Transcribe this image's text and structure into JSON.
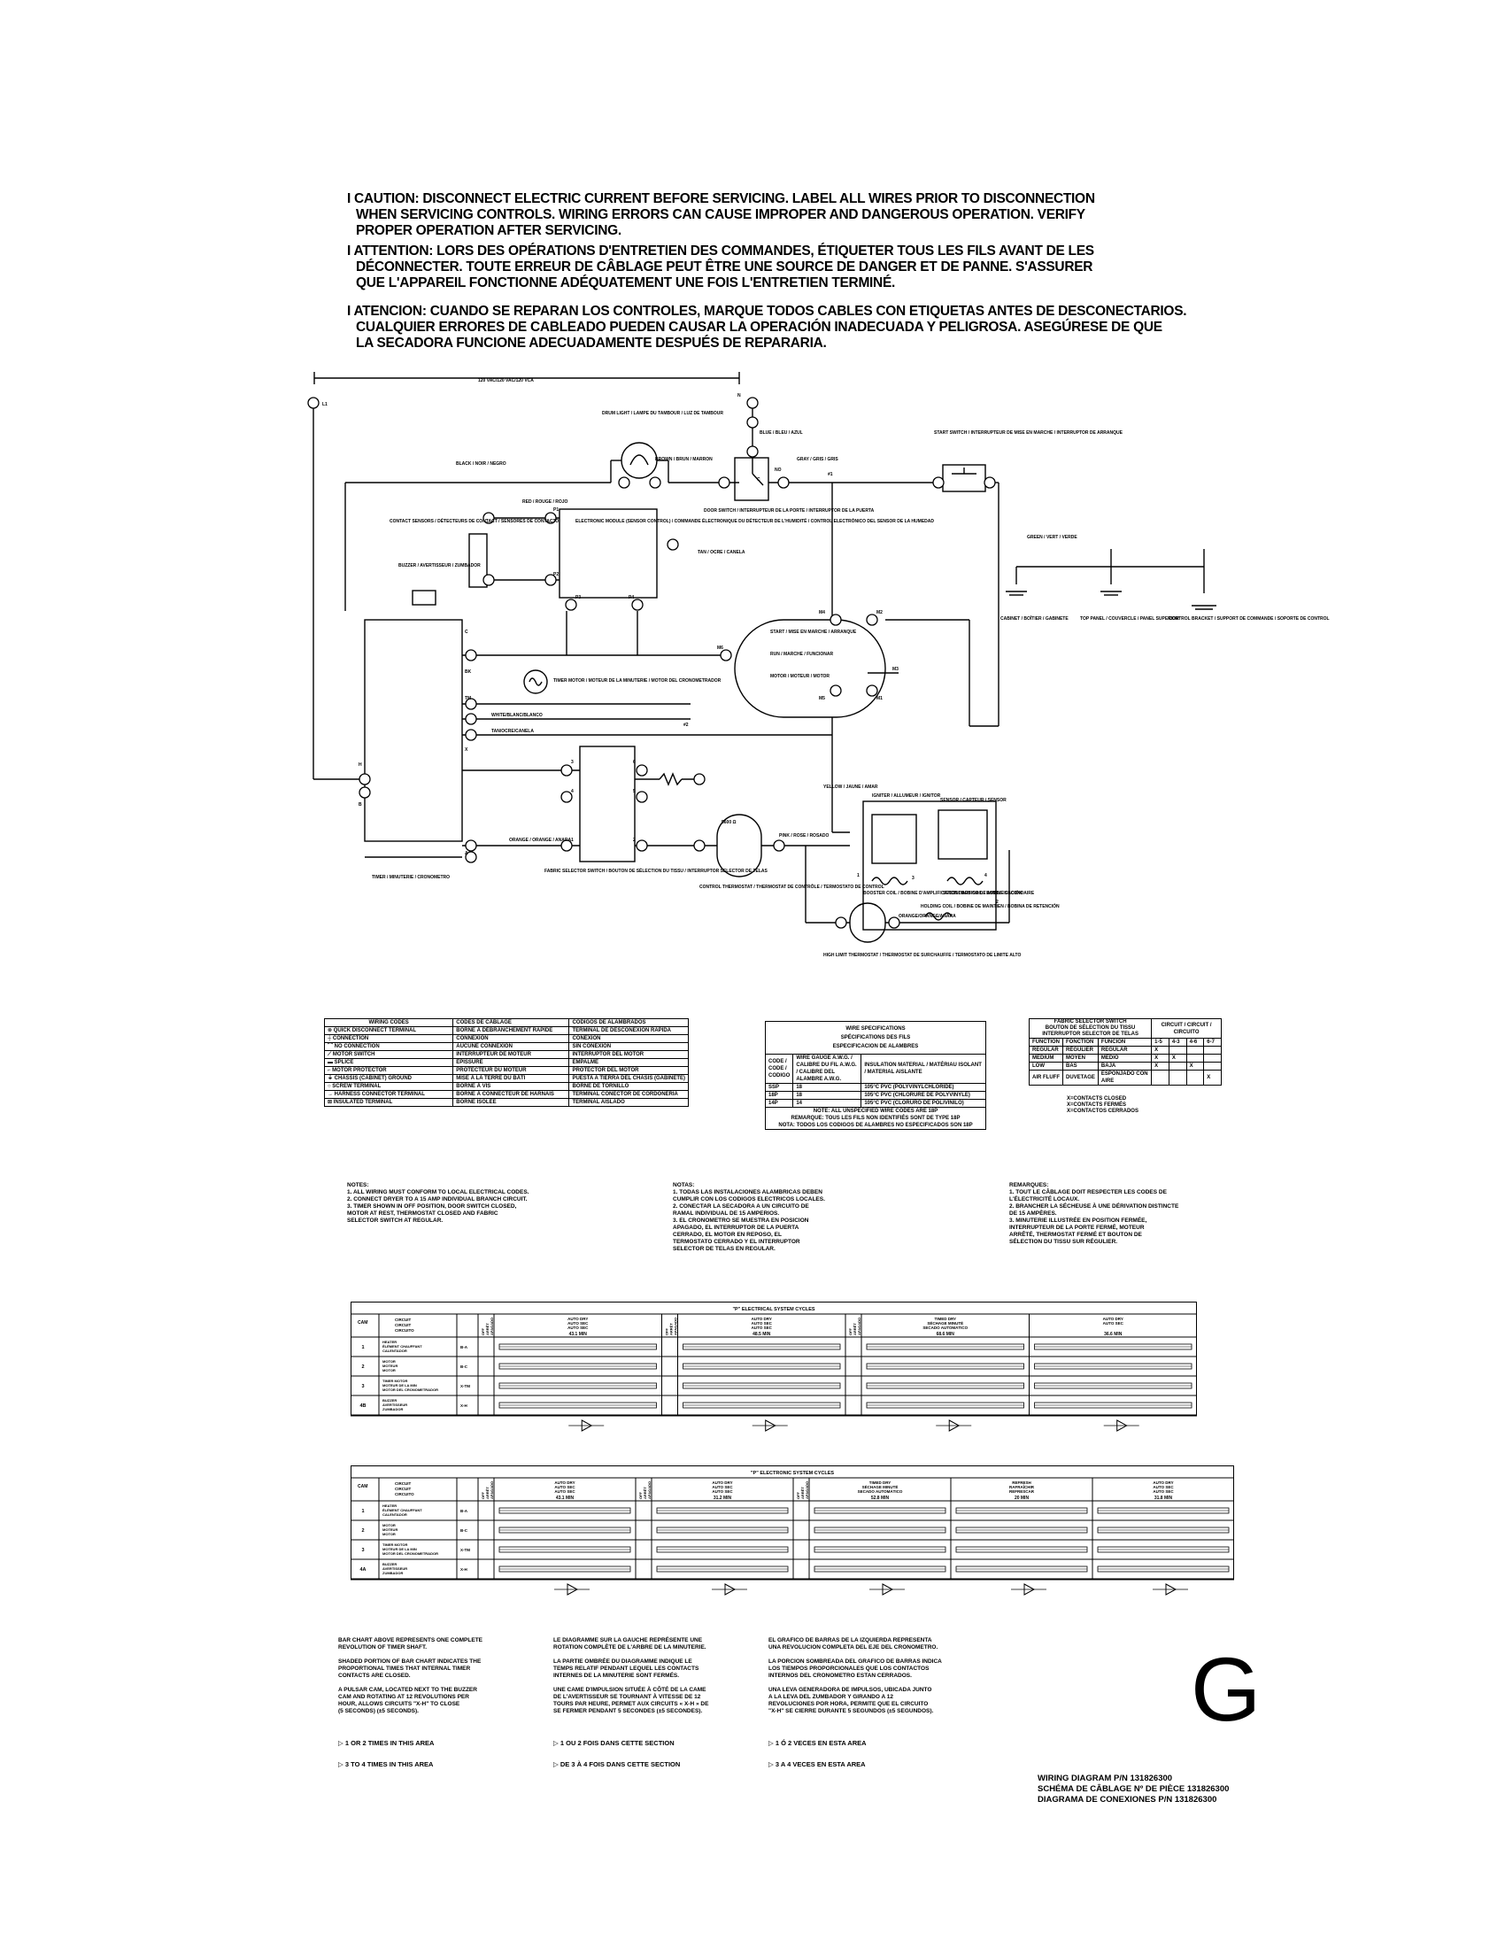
{
  "caution": {
    "en": [
      "I CAUTION: DISCONNECT ELECTRIC CURRENT BEFORE SERVICING. LABEL ALL WIRES PRIOR TO DISCONNECTION",
      "WHEN SERVICING CONTROLS. WIRING ERRORS CAN CAUSE IMPROPER AND DANGEROUS OPERATION. VERIFY",
      "PROPER OPERATION AFTER SERVICING."
    ],
    "fr": [
      "I ATTENTION: LORS DES OPÉRATIONS D'ENTRETIEN DES COMMANDES, ÉTIQUETER TOUS LES FILS AVANT DE LES",
      "DÉCONNECTER. TOUTE ERREUR DE CÂBLAGE PEUT ÊTRE UNE SOURCE DE DANGER ET DE PANNE. S'ASSURER",
      "QUE L'APPAREIL FONCTIONNE ADÉQUATEMENT UNE FOIS L'ENTRETIEN TERMINÉ."
    ],
    "es": [
      "I ATENCION: CUANDO SE REPARAN LOS CONTROLES, MARQUE TODOS CABLES CON ETIQUETAS ANTES DE DESCONECTARIOS.",
      "CUALQUIER ERRORES DE CABLEADO PUEDEN CAUSAR LA OPERACIÓN INADECUADA Y PELIGROSA. ASEGÚRESE DE QUE",
      "LA SECADORA FUNCIONE ADECUADAMENTE DESPUÉS DE REPARARIA."
    ]
  },
  "schematic": {
    "voltage": "120 VAC/120 VAC/120 VCA",
    "L1": "L1",
    "N": "N",
    "drum_light": "DRUM LIGHT / LAMPE DU TAMBOUR / LUZ DE TAMBOUR",
    "brown": "BROWN / BRUN / MARRON",
    "blue": "BLUE / BLEU / AZUL",
    "door_switch": "DOOR SWITCH / INTERRUPTEUR DE LA PORTE / INTERRUPTOR DE LA PUERTA",
    "gray1": "GRAY / GRIS / GRIS",
    "start_switch": "START SWITCH / INTERRUPTEUR DE MISE EN MARCHE / INTERRUPTOR DE ARRANQUE",
    "black1": "BLACK / NOIR / NEGRO",
    "red": "RED / ROUGE / ROJO",
    "electronic_module": "ELECTRONIC MODULE (SENSOR CONTROL) / COMMANDE ÉLECTRONIQUE DU DÉTECTEUR DE L'HUMIDITÉ / CONTROL ELECTRÓNICO DEL SENSOR DE LA HUMEDAD",
    "contact_sensors": "CONTACT SENSORS / DÉTECTEURS DE CONTACT / SENSORES DE CONTACTO",
    "buzzer": "BUZZER / AVERTISSEUR / ZUMBADOR",
    "tan": "TAN / OCRE / CANELA",
    "green": "GREEN / VERT / VERDE",
    "cabinet": "CABINET / BOÎTIER / GABINETE",
    "top_panel": "TOP PANEL / COUVERCLE / PANEL SUPERIOR",
    "control_bracket": "CONTROL BRACKET / SUPPORT DE COMMANDE / SOPORTE DE CONTROL",
    "timer_motor": "TIMER MOTOR / MOTEUR DE LA MINUTERIE / MOTOR DEL CRONOMETRADOR",
    "motor": "MOTOR / MOTEUR / MOTOR",
    "start": "START / MISE EN MARCHE / ARRANQUE",
    "run": "RUN / MARCHE / FUNCIONAR",
    "white": "WHITE/BLANC/BLANCO",
    "tan_ocre": "TAN/OCRE/CANELA",
    "timer": "TIMER / MINUTERIE / CRONOMETRO",
    "orange": "ORANGE / ORANGE / ANARA",
    "fabric_selector": "FABRIC SELECTOR SWITCH / BOUTON DE SÉLECTION DU TISSU / INTERRUPTOR SELECTOR DE TELAS",
    "yellow": "YELLOW / JAUNE / AMAR",
    "igniter": "IGNITER / ALLUMEUR / IGNITOR",
    "flame_sensor": "SENSOR / CAPTEUR / SENSOR",
    "resistor": "5600 Ω",
    "control_thermostat": "CONTROL THERMOSTAT / THERMOSTAT DE CONTRÔLE / TERMOSTATO DE CONTROL",
    "pink": "PINK / ROSE / ROSADO",
    "booster_coil": "BOOSTER COIL / BOBINE D'AMPLIFICATION / BOBINA DE AMPLIFICACIÓN",
    "secondary_coil": "SECONDARY COIL / BOBINE SECONDAIRE",
    "holding_coil": "HOLDING COIL / BOBINE DE MAINTIEN / BOBINA DE RETENCIÓN",
    "high_limit": "HIGH LIMIT THERMOSTAT / THERMOSTAT DE SURCHAUFFE / TERMOSTATO DE LIMITE ALTO",
    "orange2": "ORANGE/ORANGE/ANARA",
    "pins": [
      "C",
      "NO",
      "P1",
      "P2",
      "P3",
      "P4",
      "C",
      "BK",
      "X",
      "TM",
      "H",
      "B",
      "A",
      "M4",
      "M5",
      "M6",
      "M1",
      "M2",
      "M3",
      "1",
      "2",
      "3",
      "4",
      "5",
      "6",
      "7",
      "1",
      "2",
      "3",
      "4",
      "#1",
      "#2"
    ]
  },
  "wiring_codes": {
    "headers": [
      "WIRING CODES",
      "CODES DE CÂBLAGE",
      "CODIGOS DE ALAMBRADOS"
    ],
    "rows": [
      [
        "QUICK DISCONNECT TERMINAL",
        "BORNE À DÉBRANCHEMENT RAPIDE",
        "TERMINAL DE DESCONEXION RAPIDA"
      ],
      [
        "CONNECTION",
        "CONNEXION",
        "CONEXION"
      ],
      [
        "NO CONNECTION",
        "AUCUNE CONNEXION",
        "SIN CONEXION"
      ],
      [
        "MOTOR SWITCH",
        "INTERRUPTEUR DE MOTEUR",
        "INTERRUPTOR DEL MOTOR"
      ],
      [
        "SPLICE",
        "ÉPISSURE",
        "EMPALME"
      ],
      [
        "MOTOR PROTECTOR",
        "PROTECTEUR DU MOTEUR",
        "PROTECTOR DEL MOTOR"
      ],
      [
        "CHASSIS (CABINET) GROUND",
        "MISE À LA TERRE DU BÂTI",
        "PUESTA A TIERRA DEL CHASIS (GABINETE)"
      ],
      [
        "SCREW TERMINAL",
        "BORNE À VIS",
        "BORNE DE TORNILLO"
      ],
      [
        "HARNESS CONNECTOR TERMINAL",
        "BORNE À CONNECTEUR DE HARNAIS",
        "TERMINAL CONECTOR DE CORDONERIA"
      ],
      [
        "INSULATED TERMINAL",
        "BORNE ISOLÉE",
        "TERMINAL AISLADO"
      ]
    ]
  },
  "wire_specs": {
    "title": [
      "WIRE SPECIFICATIONS",
      "SPÉCIFICATIONS DES FILS",
      "ESPECIFICACION DE ALAMBRES"
    ],
    "headers": [
      "CODE / CODE / CODIGO",
      "WIRE GAUGE A.W.G. / CALIBRE DU FIL A.W.G. / CALIBRE DEL ALAMBRE A.W.G.",
      "INSULATION MATERIAL / MATÉRIAU ISOLANT / MATERIAL AISLANTE"
    ],
    "rows": [
      [
        "SSP",
        "18",
        "105°C PVC (POLYVINYLCHLORIDE)"
      ],
      [
        "18P",
        "18",
        "105°C PVC (CHLORURE DE POLYVINYLE)"
      ],
      [
        "14P",
        "14",
        "105°C PVC (CLORURO DE POLIVINILO)"
      ]
    ],
    "notes": [
      "NOTE: ALL UNSPECIFIED WIRE CODES ARE 18P",
      "REMARQUE: TOUS LES FILS NON IDENTIFIÉS SONT DE TYPE 18P",
      "NOTA: TODOS LOS CODIGOS DE ALAMBRES NO ESPECIFICADOS SON 18P"
    ]
  },
  "fabric_table": {
    "title": [
      "FABRIC SELECTOR SWITCH",
      "BOUTON DE SÉLECTION DU TISSU",
      "INTERRUPTOR SELECTOR DE TELAS"
    ],
    "circuit": "CIRCUIT / CIRCUIT / CIRCUITO",
    "headers": [
      "FUNCTION",
      "FONCTION",
      "FUNCION",
      "1-5",
      "4-3",
      "4-6",
      "6-7"
    ],
    "rows": [
      [
        "REGULAR",
        "RÉGULIER",
        "REGULAR",
        "X",
        "",
        "",
        ""
      ],
      [
        "MEDIUM",
        "MOYEN",
        "MEDIO",
        "X",
        "X",
        "",
        ""
      ],
      [
        "LOW",
        "BAS",
        "BAJA",
        "X",
        "",
        "X",
        ""
      ],
      [
        "AIR FLUFF",
        "DUVETAGE",
        "ESPONJADO CON AIRE",
        "",
        "",
        "",
        "X"
      ]
    ],
    "legend": [
      "X=CONTACTS CLOSED",
      "X=CONTACTS FERMÉS",
      "X=CONTACTOS CERRADOS"
    ]
  },
  "notes": {
    "en": [
      "NOTES:",
      "1. ALL WIRING MUST CONFORM TO LOCAL ELECTRICAL CODES.",
      "2. CONNECT DRYER TO A 15 AMP INDIVIDUAL BRANCH CIRCUIT.",
      "3. TIMER SHOWN IN OFF POSITION, DOOR SWITCH CLOSED,",
      "   MOTOR AT REST, THERMOSTAT CLOSED AND FABRIC",
      "   SELECTOR SWITCH AT REGULAR."
    ],
    "es": [
      "NOTAS:",
      "1. TODAS LAS INSTALACIONES ALAMBRICAS DEBEN",
      "   CUMPLIR CON LOS CODIGOS ELECTRICOS LOCALES.",
      "2. CONECTAR LA SECADORA A UN CIRCUITO DE",
      "   RAMAL INDIVIDUAL DE 15 AMPERIOS.",
      "3. EL CRONOMETRO SE MUESTRA EN POSICION",
      "   APAGADO, EL INTERRUPTOR DE LA PUERTA",
      "   CERRADO, EL MOTOR EN REPOSO, EL",
      "   TERMOSTATO CERRADO Y EL INTERRUPTOR",
      "   SELECTOR DE TELAS EN REGULAR."
    ],
    "fr": [
      "REMARQUES:",
      "1. TOUT LE CÂBLAGE DOIT RESPECTER LES CODES DE",
      "   L'ÉLECTRICITÉ LOCAUX.",
      "2. BRANCHER LA SÉCHEUSE À UNE DÉRIVATION DISTINCTE",
      "   DE 15 AMPÈRES.",
      "3. MINUTERIE ILLUSTRÉE EN POSITION FERMÉE,",
      "   INTERRUPTEUR DE LA PORTE FERMÉ, MOTEUR",
      "   ARRÊTÉ, THERMOSTAT FERMÉ ET BOUTON DE",
      "   SÉLECTION DU TISSU SUR RÉGULIER."
    ]
  },
  "cycle_chart_1": {
    "title": "\"P\" ELECTRICAL SYSTEM CYCLES",
    "cam": "CAM",
    "circuit": "CIRCUIT / CIRCUIT / CIRCUITO",
    "off": "OFF / ARRÊT / APAGADO",
    "sections": [
      {
        "label": "AUTO DRY / AUTO SEC / AUTO SEC",
        "time": "43.1 MIN"
      },
      {
        "label": "AUTO DRY / AUTO SEC / AUTO SEC",
        "time": "48.5 MIN"
      },
      {
        "label": "TIMED DRY / SÉCHAGE MINUTÉ / SECADO AUTOMÁTICO",
        "time": "68.6 MIN"
      },
      {
        "label": "AUTO DRY / AUTO SEC",
        "time": "36.6 MIN"
      }
    ],
    "off_label": "OFF",
    "rows": [
      {
        "cam": "1",
        "circuit": "HEATER / ÉLÉMENT CHAUFFANT / CALENTADOR",
        "contacts": "B-A"
      },
      {
        "cam": "2",
        "circuit": "MOTOR / MOTEUR / MOTOR",
        "contacts": "B-C"
      },
      {
        "cam": "3",
        "circuit": "TIMER MOTOR / MOTEUR DE LA MIN / MOTOR DEL CRONOMETRADOR",
        "contacts": "X-TM"
      },
      {
        "cam": "4B",
        "circuit": "BUZZER / AVERTISSEUR / ZUMBADOR",
        "contacts": "X-H"
      }
    ]
  },
  "cycle_chart_2": {
    "title": "\"P\" ELECTRONIC SYSTEM CYCLES",
    "cam": "CAM",
    "circuit": "CIRCUIT / CIRCUIT / CIRCUITO",
    "off": "OFF / ARRÊT / APAGADO",
    "sections": [
      {
        "label": "AUTO DRY / AUTO SEC / AUTO SEC",
        "time": "43.1 MIN"
      },
      {
        "label": "AUTO DRY / AUTO SEC / AUTO SEC",
        "time": "31.2 MIN"
      },
      {
        "label": "TIMED DRY / SÉCHAGE MINUTÉ / SECADO AUTOMÁTICO",
        "time": "52.8 MIN"
      },
      {
        "label": "REFRESH / RAFRAÎCHIR / REFRESCAR",
        "time": "20 MIN"
      },
      {
        "label": "AUTO DRY / AUTO SEC / AUTO SEC",
        "time": "31.8 MIN"
      }
    ],
    "off_label": "OFF",
    "rows": [
      {
        "cam": "1",
        "circuit": "HEATER / ÉLÉMENT CHAUFFANT / CALENTADOR",
        "contacts": "B-A"
      },
      {
        "cam": "2",
        "circuit": "MOTOR / MOTEUR / MOTOR",
        "contacts": "B-C"
      },
      {
        "cam": "3",
        "circuit": "TIMER MOTOR / MOTEUR DE LA MIN / MOTOR DEL CRONOMETRADOR",
        "contacts": "X-TM"
      },
      {
        "cam": "4A",
        "circuit": "BUZZER / AVERTISSEUR / ZUMBADOR",
        "contacts": "X-H"
      }
    ]
  },
  "legend_en": [
    "BAR CHART ABOVE REPRESENTS ONE COMPLETE",
    "REVOLUTION OF TIMER SHAFT.",
    "",
    "SHADED PORTION OF BAR CHART INDICATES THE",
    "PROPORTIONAL TIMES THAT INTERNAL TIMER",
    "CONTACTS ARE CLOSED.",
    "",
    "A PULSAR CAM, LOCATED NEXT TO THE BUZZER",
    "CAM AND ROTATING AT 12 REVOLUTIONS PER",
    "HOUR, ALLOWS CIRCUITS \"X-H\" TO CLOSE",
    "(5 SECONDS) (±5 SECONDS)."
  ],
  "legend_en_pulse": [
    "1 OR 2 TIMES IN THIS AREA",
    "3 TO 4 TIMES IN THIS AREA"
  ],
  "legend_fr": [
    "LE DIAGRAMME SUR LA GAUCHE REPRÉSENTE UNE",
    "ROTATION COMPLÈTE DE L'ARBRE DE LA MINUTERIE.",
    "",
    "LA PARTIE OMBRÉE DU DIAGRAMME INDIQUE LE",
    "TEMPS RELATIF PENDANT LEQUEL LES CONTACTS",
    "INTERNES DE LA MINUTERIE SONT FERMÉS.",
    "",
    "UNE CAME D'IMPULSION SITUÉE À CÔTÉ DE LA CAME",
    "DE L'AVERTISSEUR SE TOURNANT À VITESSE DE 12",
    "TOURS PAR HEURE, PERMET AUX CIRCUITS « X-H » DE",
    "SE FERMER PENDANT 5 SECONDES (±5 SECONDES)."
  ],
  "legend_fr_pulse": [
    "1 OU 2 FOIS DANS CETTE SECTION",
    "DE 3 À 4 FOIS DANS CETTE SECTION"
  ],
  "legend_es": [
    "EL GRAFICO DE BARRAS DE LA IZQUIERDA REPRESENTA",
    "UNA REVOLUCION COMPLETA DEL EJE DEL CRONOMETRO.",
    "",
    "LA PORCION SOMBREADA DEL GRAFICO DE BARRAS INDICA",
    "LOS TIEMPOS PROPORCIONALES QUE LOS CONTACTOS",
    "INTERNOS DEL CRONOMETRO ESTAN CERRADOS.",
    "",
    "UNA LEVA GENERADORA DE IMPULSOS, UBICADA JUNTO",
    "A LA LEVA DEL ZUMBADOR Y GIRANDO A 12",
    "REVOLUCIONES POR HORA, PERMITE QUE EL CIRCUITO",
    "\"X-H\" SE CIERRE DURANTE 5 SEGUNDOS (±5 SEGUNDOS)."
  ],
  "legend_es_pulse": [
    "1 Ó 2 VECES EN ESTA AREA",
    "3 A 4 VECES EN ESTA AREA"
  ],
  "part_number": [
    "WIRING DIAGRAM P/N 131826300",
    "SCHÉMA DE CÂBLAGE Nº DE PIÈCE 131826300",
    "DIAGRAMA DE CONEXIONES P/N 131826300"
  ],
  "revision": "G"
}
